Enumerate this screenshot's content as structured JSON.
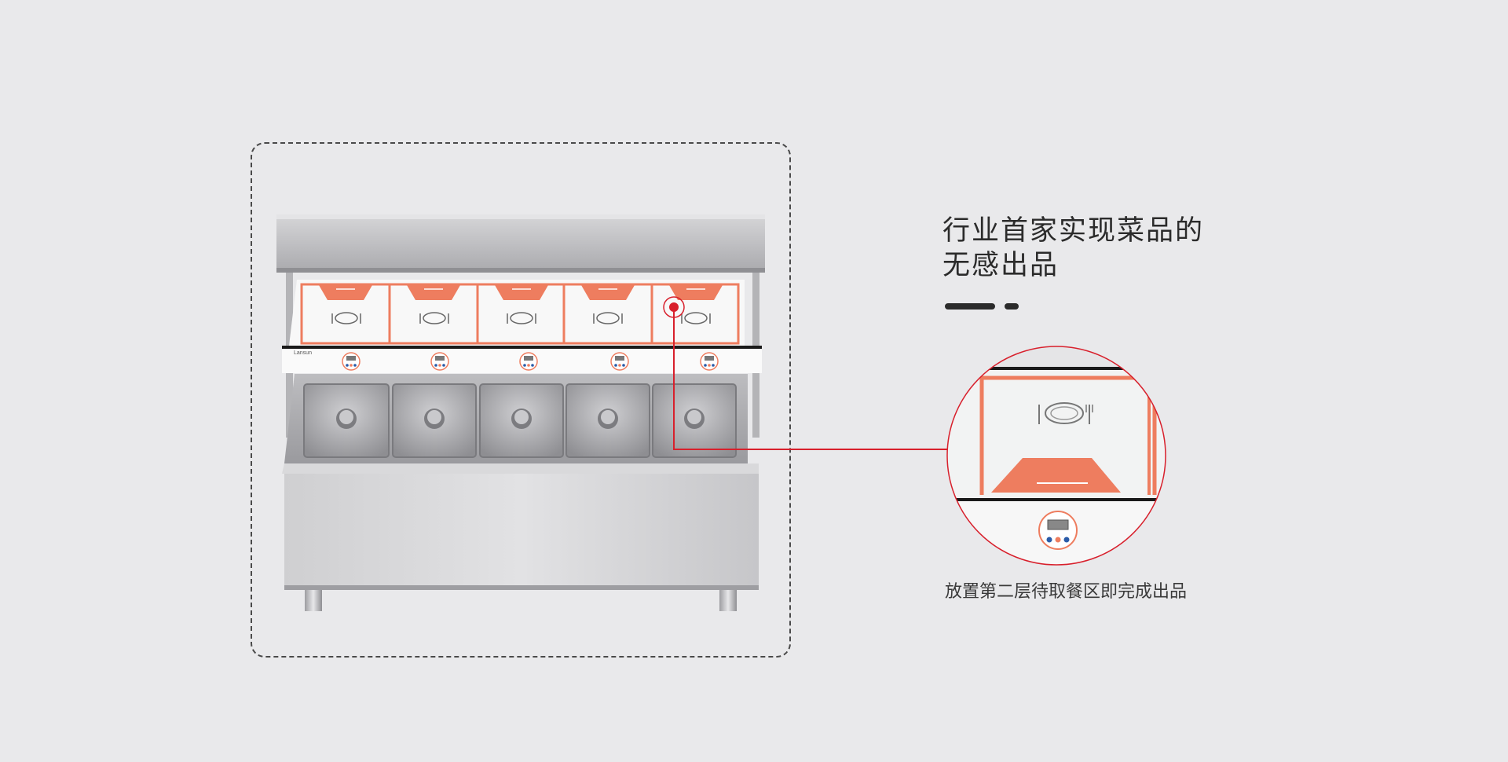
{
  "headline": {
    "line1": "行业首家实现菜品的",
    "line2": "无感出品"
  },
  "caption": "放置第二层待取餐区即完成出品",
  "product": {
    "brand_logo": "Lansun",
    "compartments": 5,
    "icons": [
      "plate-icon",
      "fork-icon",
      "knife-icon",
      "control-panel-icon"
    ]
  },
  "colors": {
    "background": "#e9e9eb",
    "accent_orange": "#ee7d5f",
    "highlight_red": "#d8202c",
    "text_dark": "#2b2b2b",
    "steel": "#c9c9cc"
  }
}
